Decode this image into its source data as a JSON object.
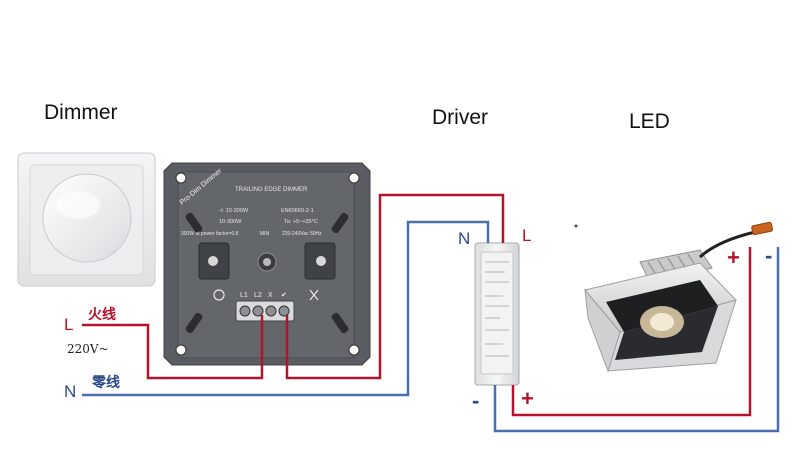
{
  "titles": {
    "dimmer": "Dimmer",
    "driver": "Driver",
    "led": "LED"
  },
  "input": {
    "live_letter": "L",
    "live_cn": "火线",
    "voltage": "220V~",
    "neutral_letter": "N",
    "neutral_cn": "零线"
  },
  "driver_terminals": {
    "neutral": "N",
    "live": "L",
    "minus": "-",
    "plus": "+"
  },
  "led_terminals": {
    "plus": "+",
    "minus": "-"
  },
  "dimmer_module": {
    "brand": "Pro-Dim Dimmer",
    "header": "TRAILING EDGE DIMMER",
    "spec1": "-/- 10-300W",
    "spec2": "10-300W",
    "standard": "EN60669-2-1",
    "temp": "Ta: +5~+35°C",
    "power_note": "300W at power factor=0.8",
    "minmax": "MIN",
    "supply": "220-240Vac 50Hz",
    "terminals": [
      "L1",
      "L2",
      "X",
      "✔"
    ]
  },
  "colors": {
    "live_wire": "#b5122b",
    "neutral_wire": "#4a6fb0",
    "dimmer_body": "#5a5d62"
  }
}
